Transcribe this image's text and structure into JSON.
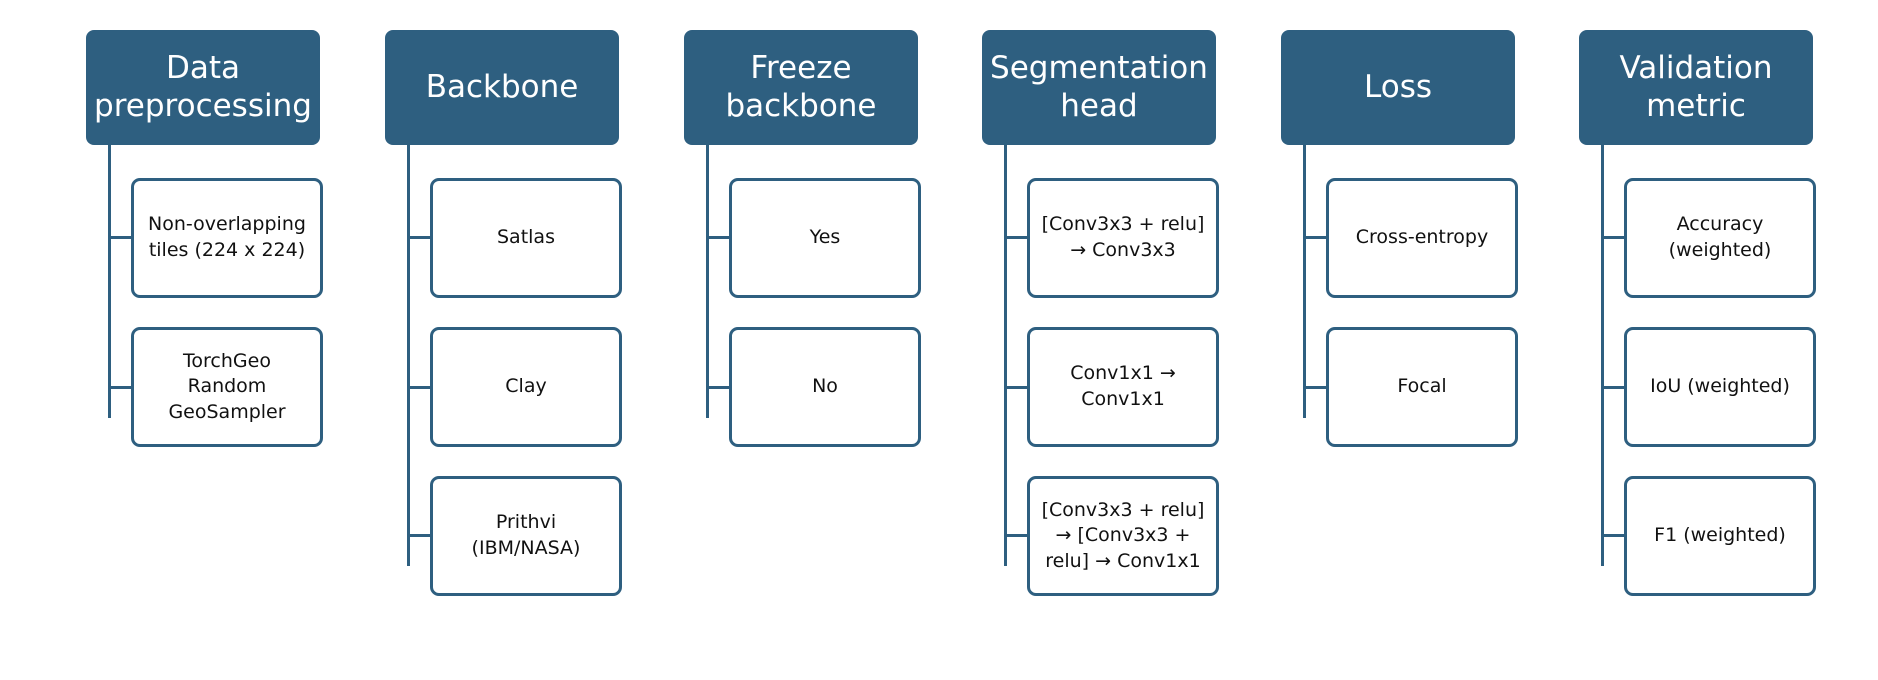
{
  "colors": {
    "header_fill": "#2e5f80",
    "line": "#2e5f80",
    "option_border": "#2e5f80",
    "option_text": "#111111"
  },
  "columns": [
    {
      "title": "Data\npreprocessing",
      "options": [
        "Non-overlapping\ntiles (224 x 224)",
        "TorchGeo\nRandom\nGeoSampler"
      ]
    },
    {
      "title": "Backbone",
      "options": [
        "Satlas",
        "Clay",
        "Prithvi\n(IBM/NASA)"
      ]
    },
    {
      "title": "Freeze\nbackbone",
      "options": [
        "Yes",
        "No"
      ]
    },
    {
      "title": "Segmentation\nhead",
      "options": [
        "[Conv3x3 + relu]\n→ Conv3x3",
        "Conv1x1 →\nConv1x1",
        "[Conv3x3 + relu]\n→ [Conv3x3 +\nrelu] → Conv1x1"
      ]
    },
    {
      "title": "Loss",
      "options": [
        "Cross-entropy",
        "Focal"
      ]
    },
    {
      "title": "Validation\nmetric",
      "options": [
        "Accuracy\n(weighted)",
        "IoU (weighted)",
        "F1 (weighted)"
      ]
    }
  ]
}
